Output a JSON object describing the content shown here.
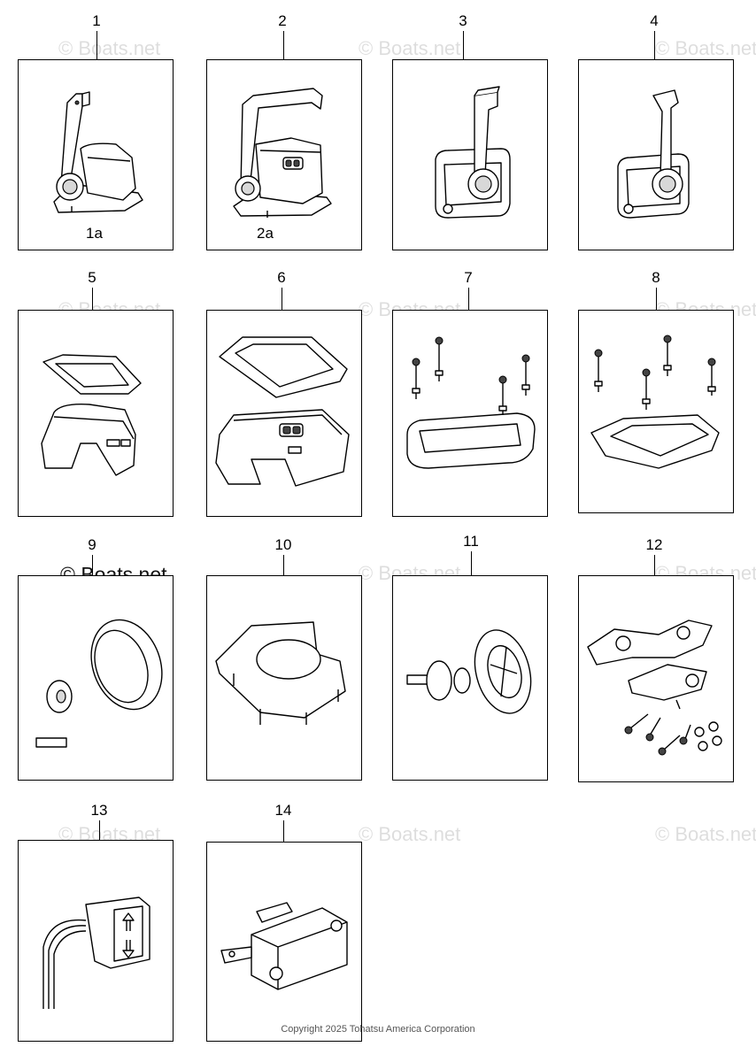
{
  "watermark": "© Boats.net",
  "copyright": "Copyright 2025 Tohatsu America Corporation",
  "parts": [
    {
      "num": "1",
      "sublabel": "1a"
    },
    {
      "num": "2",
      "sublabel": "2a"
    },
    {
      "num": "3"
    },
    {
      "num": "4"
    },
    {
      "num": "5"
    },
    {
      "num": "6"
    },
    {
      "num": "7"
    },
    {
      "num": "8"
    },
    {
      "num": "9"
    },
    {
      "num": "10"
    },
    {
      "num": "11"
    },
    {
      "num": "12"
    },
    {
      "num": "13"
    },
    {
      "num": "14"
    }
  ]
}
